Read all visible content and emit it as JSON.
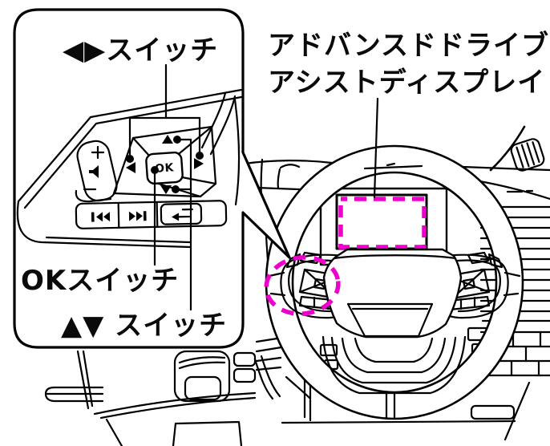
{
  "figure": {
    "kind": "owner-manual steering wheel illustration",
    "background": "#FFFFFF",
    "line_color": "#000000",
    "highlight_color": "#EE00CC"
  },
  "callout": {
    "switch_lr_label": "◀▶スイッチ",
    "ok_switch_label": "OKスイッチ",
    "switch_ud_label": "▲▼ スイッチ",
    "ok_button_text": "OK",
    "icons": {
      "volume_plus": "plus",
      "volume_minus": "minus",
      "speaker": "speaker triangle",
      "previous_track": "bar + double left triangles",
      "next_track": "double right triangles + bar",
      "back": "left arrow with bar",
      "left_key": "left triangle",
      "right_key": "right triangle",
      "up_key": "up triangle",
      "down_key": "down triangle"
    }
  },
  "main": {
    "display_label_line1": "アドバンスドドライブ",
    "display_label_line2": "アシストディスプレイ",
    "display_highlight": "magenta dashed rectangle",
    "switch_highlight": "magenta dashed ellipse"
  }
}
